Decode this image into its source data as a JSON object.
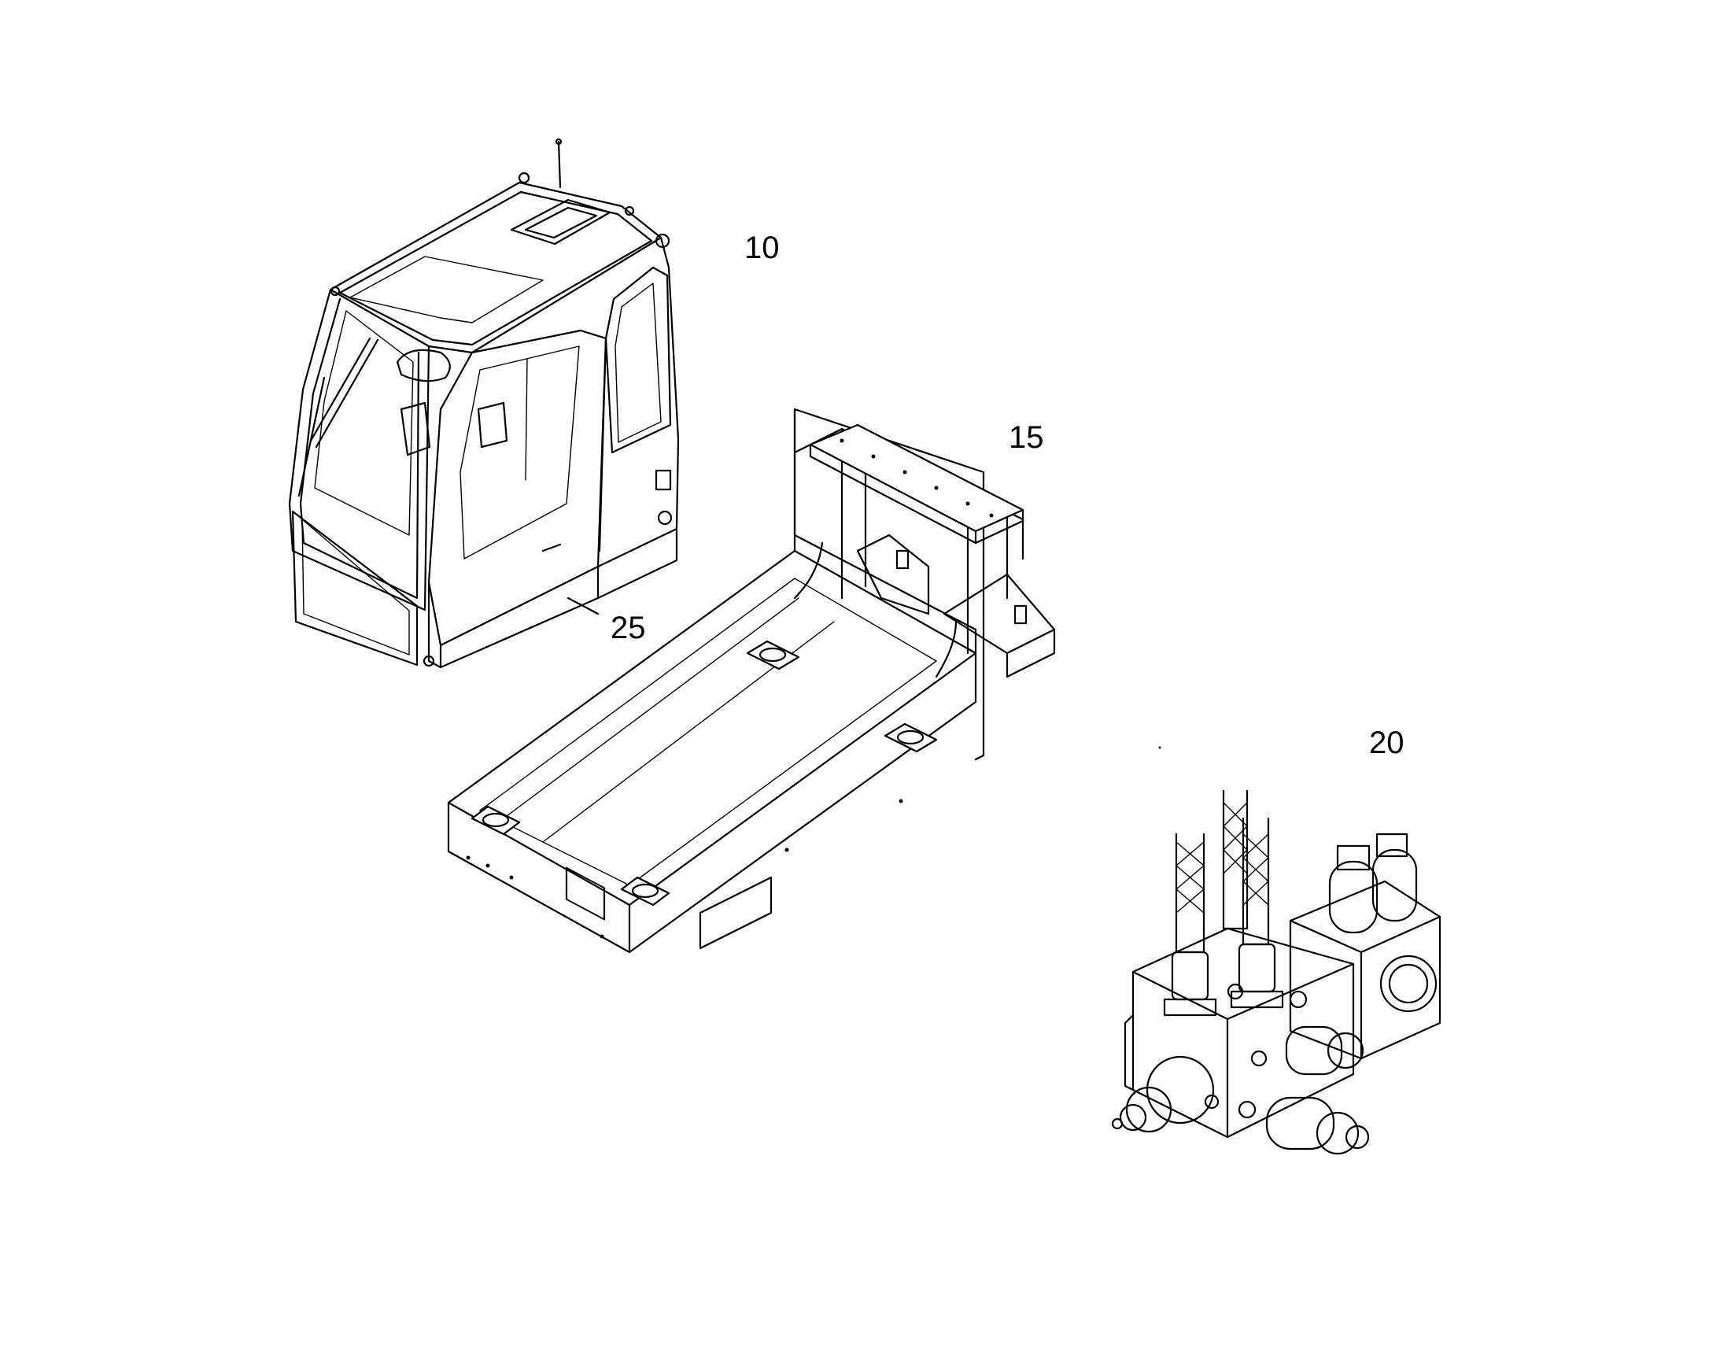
{
  "callouts": {
    "cab": "10",
    "frame": "15",
    "valve": "20",
    "door": "25"
  }
}
